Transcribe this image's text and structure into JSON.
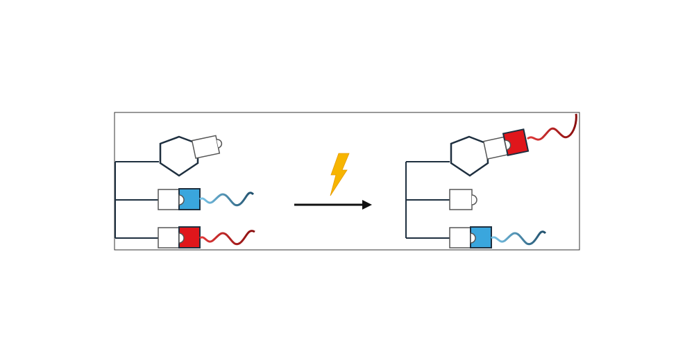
{
  "figure": {
    "frame": {
      "stroke": "#333333"
    },
    "colors": {
      "blue_block": "#3aa6dd",
      "red_block": "#e0161b",
      "blue_tail_light": "#7cc8ec",
      "blue_tail_dark": "#1f4f6b",
      "red_tail_light": "#e23a3a",
      "red_tail_dark": "#8a0f0f",
      "lightning": "#f7b500",
      "outline": "#1e2f3f"
    },
    "icons": {
      "pentagon": "pentagon-icon",
      "puzzle_socket": "puzzle-socket-icon",
      "lightning": "lightning-bolt-icon",
      "arrow": "reaction-arrow-icon"
    },
    "before_state": {
      "pentagon_socket": "empty",
      "row_1_block": "blue",
      "row_2_block": "red"
    },
    "after_state": {
      "pentagon_socket": "red",
      "row_1_block": "empty",
      "row_2_block": "blue"
    }
  }
}
